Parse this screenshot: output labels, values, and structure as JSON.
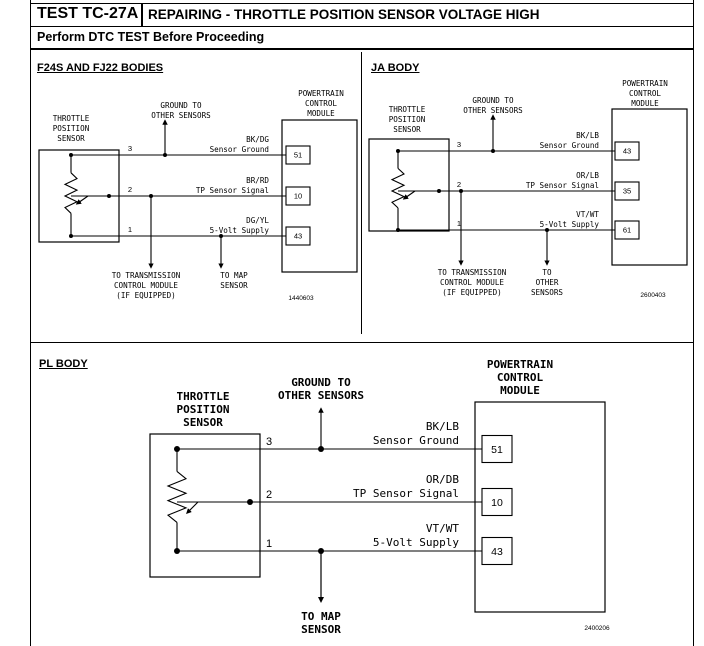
{
  "header": {
    "test_id": "TEST TC-27A",
    "title": "REPAIRING - THROTTLE POSITION SENSOR VOLTAGE HIGH",
    "subtitle": "Perform DTC TEST Before Proceeding"
  },
  "diagrams": [
    {
      "title": "F24S AND FJ22 BODIES",
      "sensor_label": [
        "THROTTLE",
        "POSITION",
        "SENSOR"
      ],
      "module_label": [
        "POWERTRAIN",
        "CONTROL",
        "MODULE"
      ],
      "ground_label": [
        "GROUND TO",
        "OTHER SENSORS"
      ],
      "pins": [
        "3",
        "2",
        "1"
      ],
      "wires": [
        {
          "color": "BK/DG",
          "name": "Sensor Ground",
          "terminal": "51"
        },
        {
          "color": "BR/RD",
          "name": "TP Sensor Signal",
          "terminal": "10"
        },
        {
          "color": "DG/YL",
          "name": "5-Volt Supply",
          "terminal": "43"
        }
      ],
      "branch_left": [
        "TO TRANSMISSION",
        "CONTROL MODULE",
        "(IF EQUIPPED)"
      ],
      "branch_right": [
        "TO MAP",
        "SENSOR"
      ],
      "figure_id": "1440603"
    },
    {
      "title": "JA BODY",
      "sensor_label": [
        "THROTTLE",
        "POSITION",
        "SENSOR"
      ],
      "module_label": [
        "POWERTRAIN",
        "CONTROL",
        "MODULE"
      ],
      "ground_label": [
        "GROUND TO",
        "OTHER SENSORS"
      ],
      "pins": [
        "3",
        "2",
        "1"
      ],
      "wires": [
        {
          "color": "BK/LB",
          "name": "Sensor Ground",
          "terminal": "43"
        },
        {
          "color": "OR/LB",
          "name": "TP Sensor Signal",
          "terminal": "35"
        },
        {
          "color": "VT/WT",
          "name": "5-Volt Supply",
          "terminal": "61"
        }
      ],
      "branch_left": [
        "TO TRANSMISSION",
        "CONTROL MODULE",
        "(IF EQUIPPED)"
      ],
      "branch_right": [
        "TO",
        "OTHER",
        "SENSORS"
      ],
      "figure_id": "2600403"
    },
    {
      "title": "PL BODY",
      "sensor_label": [
        "THROTTLE",
        "POSITION",
        "SENSOR"
      ],
      "module_label": [
        "POWERTRAIN",
        "CONTROL",
        "MODULE"
      ],
      "ground_label": [
        "GROUND TO",
        "OTHER SENSORS"
      ],
      "pins": [
        "3",
        "2",
        "1"
      ],
      "wires": [
        {
          "color": "BK/LB",
          "name": "Sensor Ground",
          "terminal": "51"
        },
        {
          "color": "OR/DB",
          "name": "TP Sensor Signal",
          "terminal": "10"
        },
        {
          "color": "VT/WT",
          "name": "5-Volt Supply",
          "terminal": "43"
        }
      ],
      "branch_bottom": [
        "TO MAP",
        "SENSOR"
      ],
      "figure_id": "2400206"
    }
  ]
}
